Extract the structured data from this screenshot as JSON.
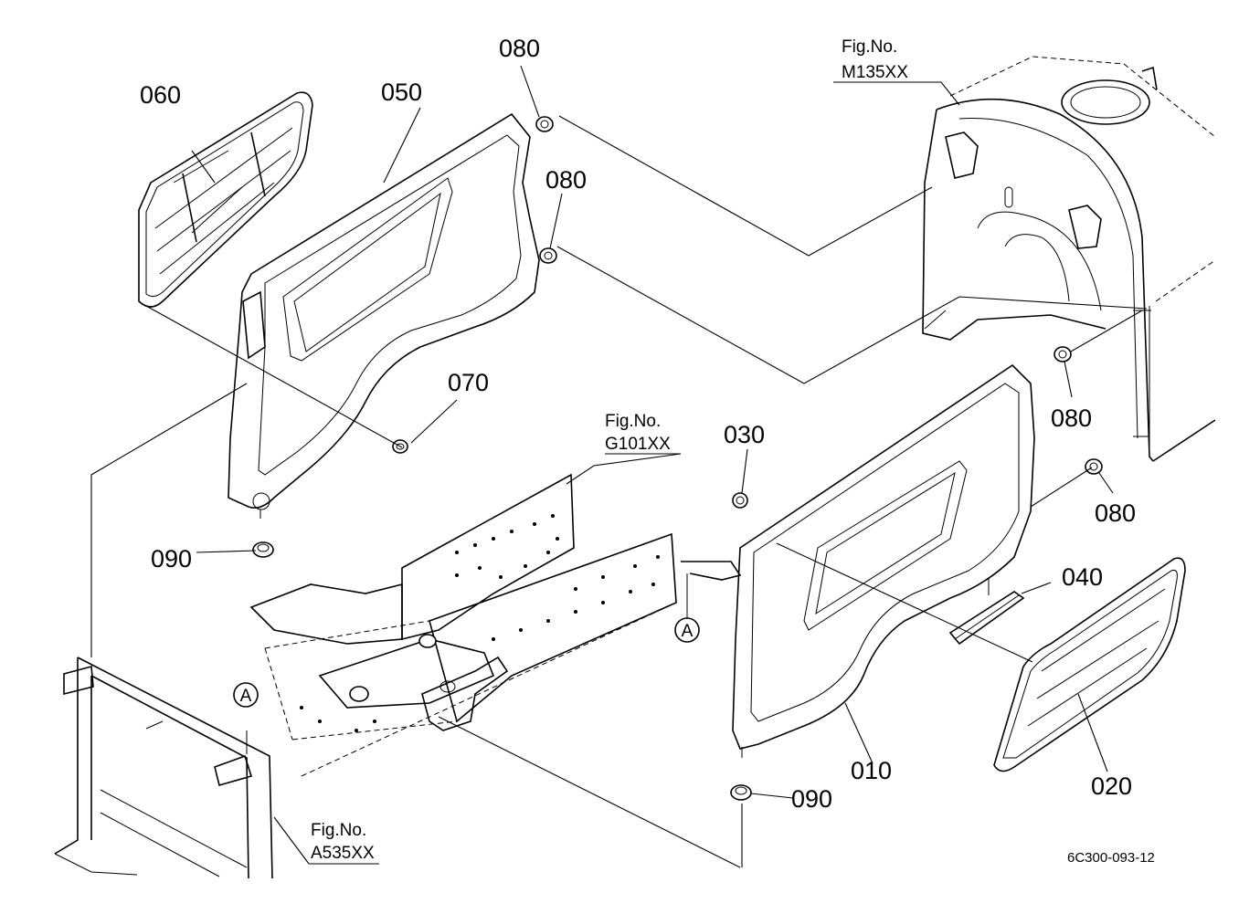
{
  "parts": {
    "p010": "010",
    "p020": "020",
    "p030": "030",
    "p040": "040",
    "p050": "050",
    "p060": "060",
    "p070": "070",
    "p080": "080",
    "p090": "090"
  },
  "references": {
    "fig_label": "Fig.No.",
    "m135": "M135XX",
    "g101": "G101XX",
    "a535": "A535XX"
  },
  "markers": {
    "a": "A"
  },
  "diagram_code": "6C300-093-12"
}
